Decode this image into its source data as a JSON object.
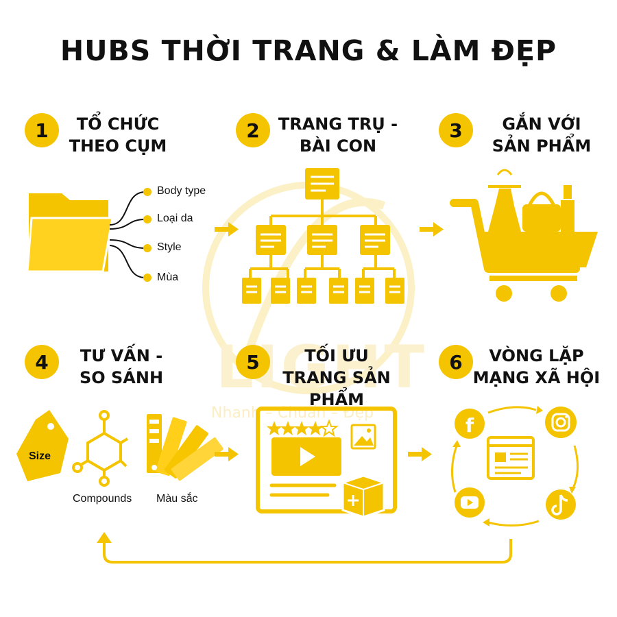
{
  "title": "HUBS THỜI TRANG & LÀM ĐẸP",
  "watermark": {
    "brand": "LIGHT",
    "tagline": "Nhanh – Chuẩn – Đẹp"
  },
  "colors": {
    "accent": "#f5c400",
    "text": "#111111",
    "background": "#ffffff"
  },
  "steps": [
    {
      "number": "1",
      "title_line1": "TỔ CHỨC",
      "title_line2": "THEO CỤM",
      "icon": "folder-icon"
    },
    {
      "number": "2",
      "title_line1": "TRANG TRỤ -",
      "title_line2": "BÀI CON",
      "icon": "hierarchy-icon"
    },
    {
      "number": "3",
      "title_line1": "GẮN VỚI",
      "title_line2": "SẢN PHẨM",
      "icon": "shopping-cart-icon"
    },
    {
      "number": "4",
      "title_line1": "TƯ VẤN -",
      "title_line2": "SO SÁNH",
      "icon": "size-tag-icon"
    },
    {
      "number": "5",
      "title_line1": "TỐI ƯU",
      "title_line2": "TRANG SẢN PHẨM",
      "icon": "product-page-icon"
    },
    {
      "number": "6",
      "title_line1": "VÒNG LẶP",
      "title_line2": "MẠNG XÃ HỘI",
      "icon": "social-loop-icon"
    }
  ],
  "cluster_items": [
    "Body type",
    "Loại da",
    "Style",
    "Mùa"
  ],
  "compare_items": {
    "size_tag": "Size",
    "compounds": "Compounds",
    "colors": "Màu sắc"
  },
  "social_icons": [
    "facebook-icon",
    "instagram-icon",
    "youtube-icon",
    "tiktok-icon"
  ]
}
